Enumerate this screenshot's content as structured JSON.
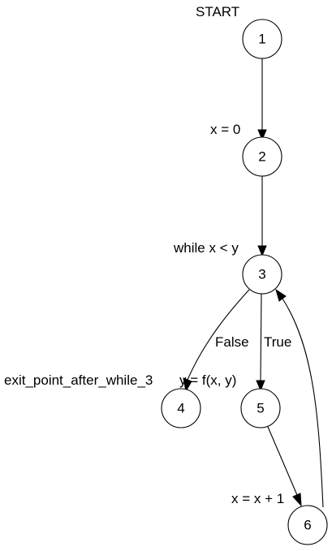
{
  "nodes": [
    {
      "id": "1",
      "label": "1",
      "annotation": "START"
    },
    {
      "id": "2",
      "label": "2",
      "annotation": "x = 0"
    },
    {
      "id": "3",
      "label": "3",
      "annotation": "while x < y"
    },
    {
      "id": "4",
      "label": "4",
      "annotation": "exit_point_after_while_3"
    },
    {
      "id": "5",
      "label": "5",
      "annotation": "y = f(x, y)"
    },
    {
      "id": "6",
      "label": "6",
      "annotation": "x = x + 1"
    }
  ],
  "edges": [
    {
      "from": "1",
      "to": "2",
      "label": ""
    },
    {
      "from": "2",
      "to": "3",
      "label": ""
    },
    {
      "from": "3",
      "to": "4",
      "label": "False"
    },
    {
      "from": "3",
      "to": "5",
      "label": "True"
    },
    {
      "from": "5",
      "to": "6",
      "label": ""
    },
    {
      "from": "6",
      "to": "3",
      "label": ""
    }
  ]
}
